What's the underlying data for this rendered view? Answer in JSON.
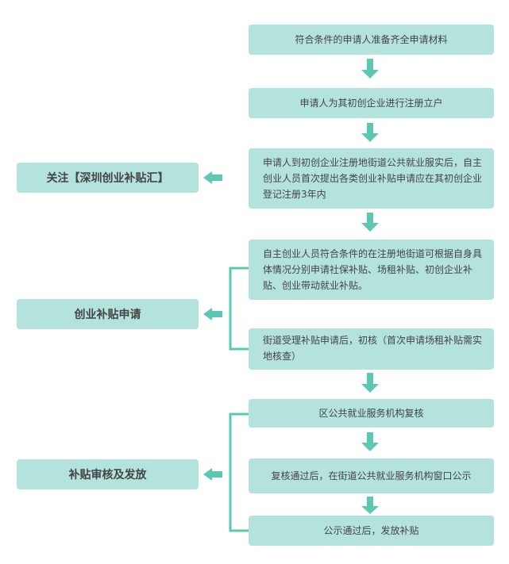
{
  "steps": [
    "符合条件的申请人准备齐全申请材料",
    "申请人为其初创企业进行注册立户",
    "申请人到初创企业注册地街道公共就业服实后，自主创业人员首次提出各类创业补贴申请应在其初创企业登记注册3年内",
    "自主创业人员符合条件的在注册地街道可根据自身具体情况分别申请社保补贴、场租补贴、初创企业补贴、创业带动就业补贴。",
    "街道受理补贴申请后，初核（首次申请场租补贴需实地核查）",
    "区公共就业服务机构复核",
    "复核通过后，在街道公共就业服务机构窗口公示",
    "公示通过后，发放补贴"
  ],
  "categories": [
    "关注【深圳创业补贴汇】",
    "创业补贴申请",
    "补贴审核及发放"
  ],
  "colors": {
    "box": "#b3e3dc",
    "arrow": "#5cc8b4",
    "text": "#444444"
  }
}
